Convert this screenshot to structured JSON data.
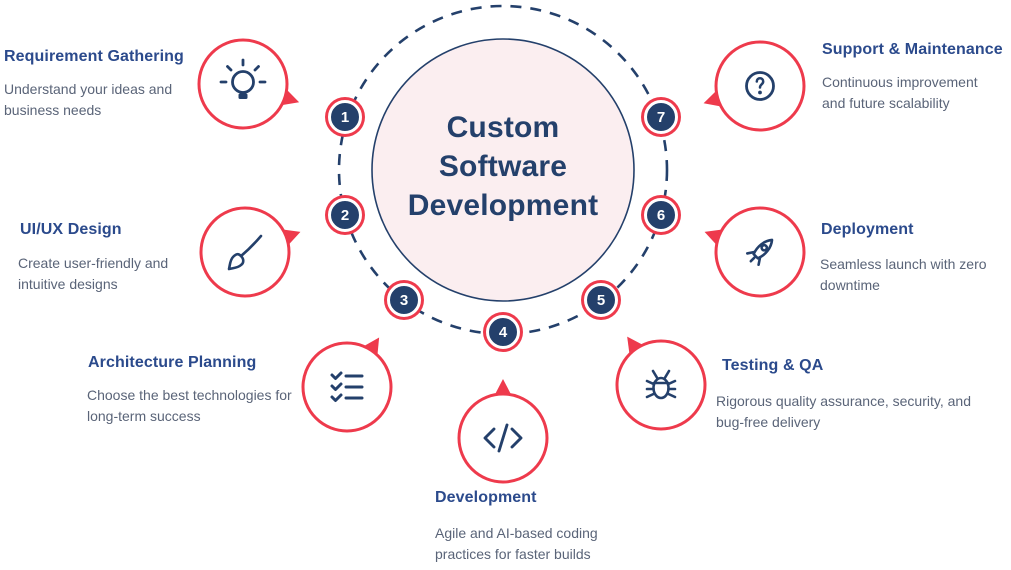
{
  "center": {
    "title": "Custom Software Development"
  },
  "steps": [
    {
      "number": "1",
      "title": "Requirement Gathering",
      "description": "Understand your ideas and business needs",
      "icon": "lightbulb-icon"
    },
    {
      "number": "2",
      "title": "UI/UX Design",
      "description": "Create user-friendly and intuitive designs",
      "icon": "paintbrush-icon"
    },
    {
      "number": "3",
      "title": "Architecture Planning",
      "description": "Choose the best technologies for long-term success",
      "icon": "checklist-icon"
    },
    {
      "number": "4",
      "title": "Development",
      "description": "Agile and AI-based coding practices for faster builds",
      "icon": "code-icon"
    },
    {
      "number": "5",
      "title": "Testing & QA",
      "description": "Rigorous quality assurance, security, and bug-free delivery",
      "icon": "bug-icon"
    },
    {
      "number": "6",
      "title": "Deployment",
      "description": "Seamless launch with zero downtime",
      "icon": "rocket-icon"
    },
    {
      "number": "7",
      "title": "Support & Maintenance",
      "description": "Continuous improvement and future scalability",
      "icon": "question-icon"
    }
  ],
  "colors": {
    "accent_red": "#ee3a4c",
    "navy": "#24406b",
    "title_blue": "#2b4a8c",
    "description_gray": "#5a6478",
    "center_fill": "#fbeef0"
  }
}
